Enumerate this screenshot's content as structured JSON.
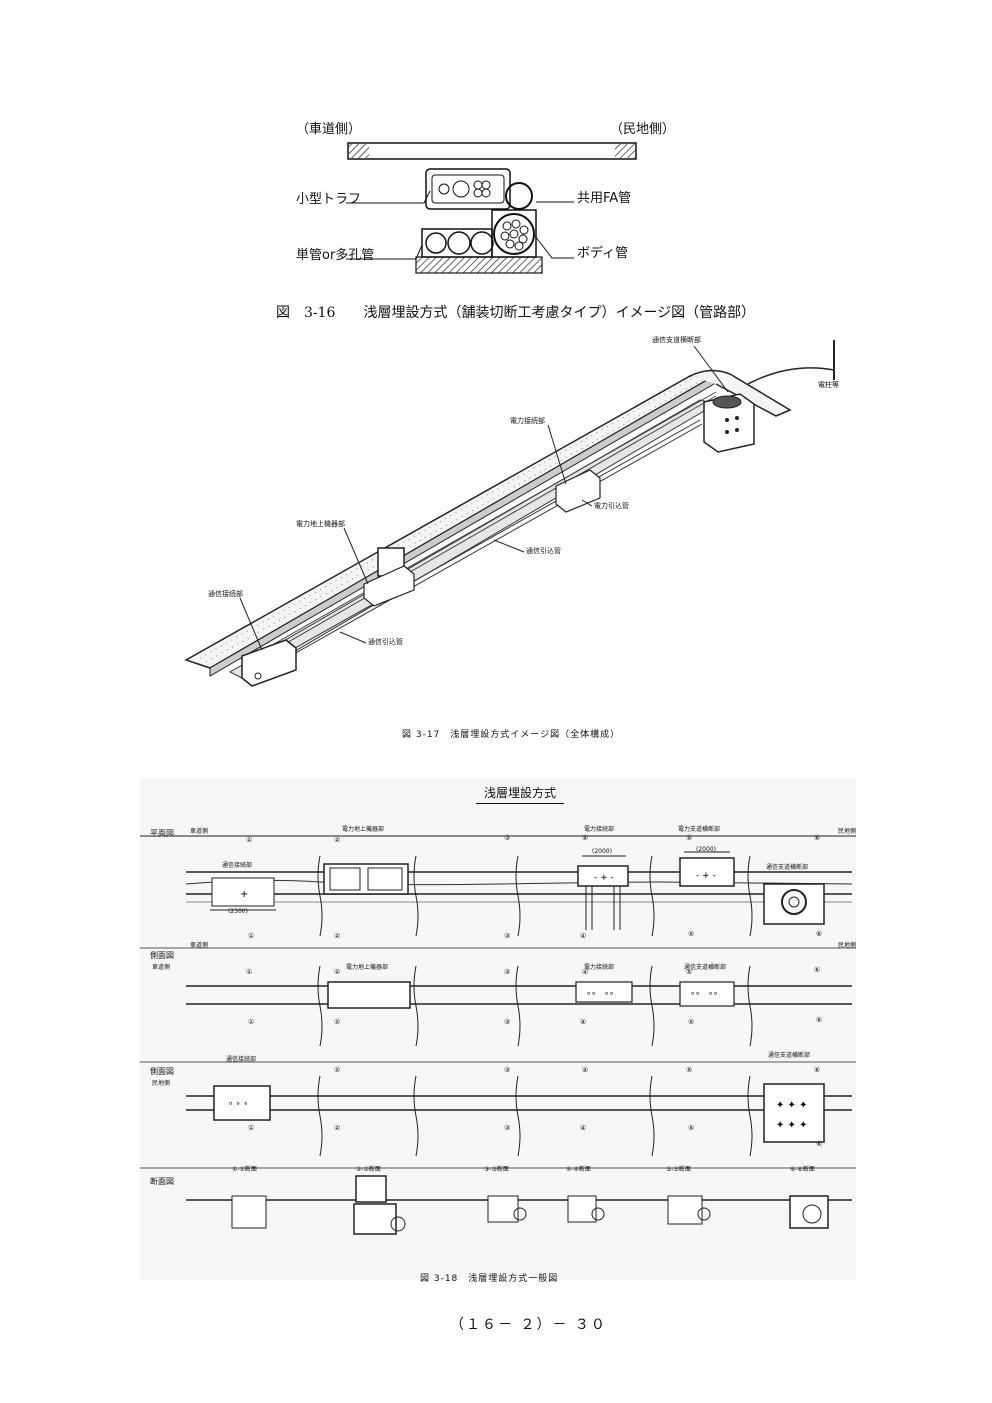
{
  "fig16": {
    "road_side": "（車道側）",
    "private_side": "（民地側）",
    "small_trough": "小型トラフ",
    "shared_fa": "共用FA管",
    "single_pipe": "単管or多孔管",
    "body_pipe": "ボディ管",
    "caption": "図　3-16　　浅層埋設方式（舗装切断工考慮タイプ）イメージ図（管路部）"
  },
  "fig17": {
    "comm_cross": "通信支道横断部",
    "pole": "電柱等",
    "power_joint": "電力接続部",
    "power_lead": "電力引込管",
    "power_ground": "電力地上機器部",
    "comm_lead_1": "通信引込管",
    "comm_joint": "通信接続部",
    "comm_lead_2": "通信引込管",
    "caption": "図 3-17　浅層埋設方式イメージ図（全体構成）"
  },
  "fig18": {
    "title": "浅層埋設方式",
    "row1_label": "平面図",
    "row2_label": "側面図",
    "row2_sub": "車道側",
    "row3_label": "側面図",
    "row3_sub": "民地側",
    "row4_label": "断面図",
    "side_road": "車道側",
    "side_private": "民地側",
    "comm_joint": "通信接続部",
    "power_ground": "電力地上機器部",
    "power_joint": "電力接続部",
    "power_cross": "電力支道横断部",
    "comm_cross": "通信支道横断部",
    "m1": "①",
    "m2": "②",
    "m3": "③",
    "m4": "④",
    "m5": "⑤",
    "m6": "⑥",
    "dim_2300": "(2300)",
    "dim_2000a": "(2000)",
    "dim_2000b": "(2000)",
    "sec1": "①-①断面",
    "sec2": "②-②断面",
    "sec3": "③-③断面",
    "sec4": "④-④断面",
    "sec5": "⑤-⑤断面",
    "sec6": "⑥-⑥断面",
    "caption": "図 3-18　浅層埋設方式一般図"
  },
  "page_number": "（１６－ ２）－ ３０"
}
